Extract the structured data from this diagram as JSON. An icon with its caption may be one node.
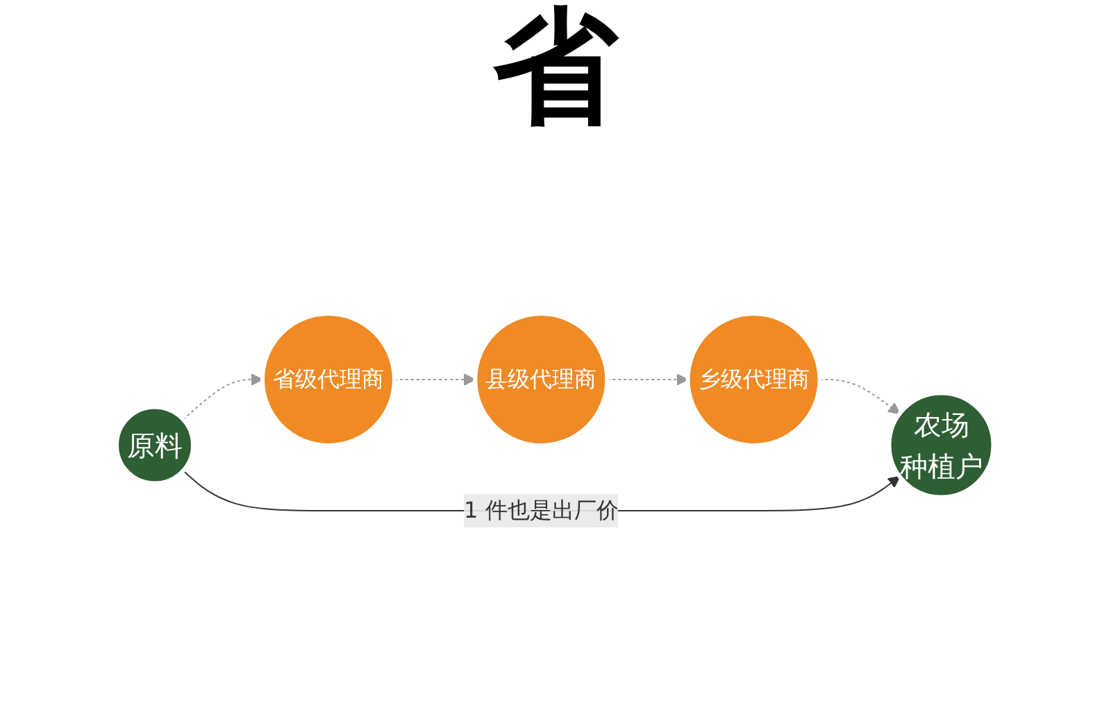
{
  "diagram": {
    "nodes": [
      {
        "text": [
          "原料"
        ]
      },
      {
        "text": [
          "省级代理商"
        ]
      },
      {
        "text": [
          "县级代理商"
        ]
      },
      {
        "text": [
          "乡级代理商"
        ]
      },
      {
        "text": [
          "农场",
          "种植户"
        ]
      }
    ],
    "edges": [
      {
        "from": 0,
        "to": 1,
        "arrow": "to",
        "style": "dashed"
      },
      {
        "from": 1,
        "to": 2,
        "arrow": "to",
        "style": "dashed"
      },
      {
        "from": 2,
        "to": 3,
        "arrow": "to",
        "style": "dashed"
      },
      {
        "from": 3,
        "to": 4,
        "arrow": "to",
        "style": "dashed"
      },
      {
        "from": 0,
        "to": 4,
        "arrow": "to",
        "label": "1 件也是出厂价",
        "color": "#333333"
      }
    ],
    "labels": [
      "省"
    ]
  }
}
